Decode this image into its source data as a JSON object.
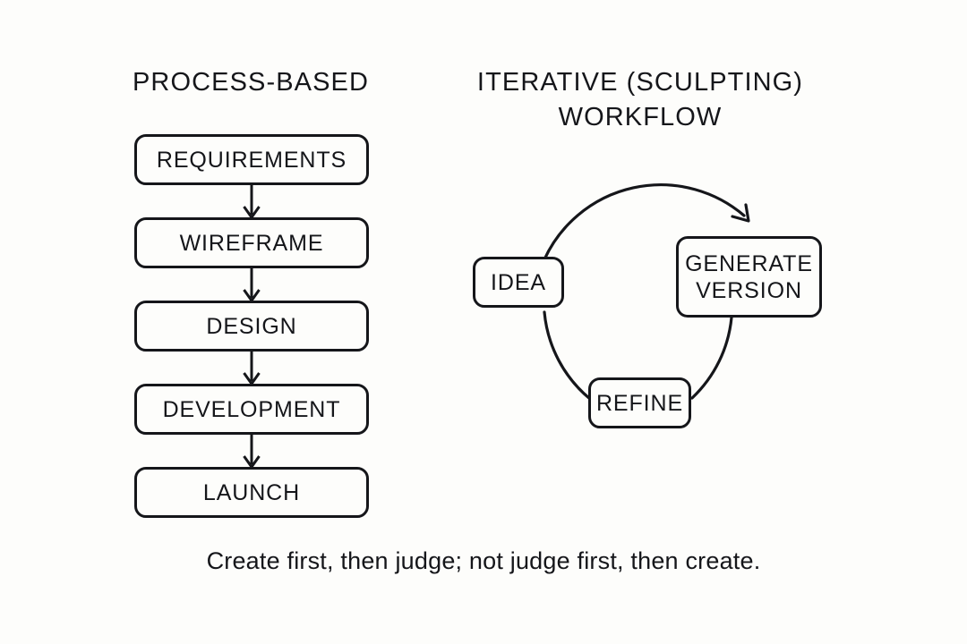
{
  "background_color": "#fdfdfb",
  "ink_color": "#15161a",
  "columns": {
    "left": {
      "title": "PROCESS-BASED",
      "steps": [
        {
          "label": "REQUIREMENTS"
        },
        {
          "label": "WIREFRAME"
        },
        {
          "label": "DESIGN"
        },
        {
          "label": "DEVELOPMENT"
        },
        {
          "label": "LAUNCH"
        }
      ],
      "connector_count": 4,
      "connector_type": "down-arrow"
    },
    "right": {
      "title": "ITERATIVE (SCULPTING)\nWORKFLOW",
      "title_line_1": "ITERATIVE (SCULPTING)",
      "title_line_2": "WORKFLOW",
      "cycle_nodes": [
        {
          "label": "IDEA",
          "position": "left"
        },
        {
          "label": "GENERATE\nVERSION",
          "position": "right"
        },
        {
          "label": "REFINE",
          "position": "bottom"
        }
      ],
      "cycle_direction": "clockwise",
      "arrowhead_target": "GENERATE VERSION"
    }
  },
  "caption": "Create first, then judge; not judge first, then create."
}
